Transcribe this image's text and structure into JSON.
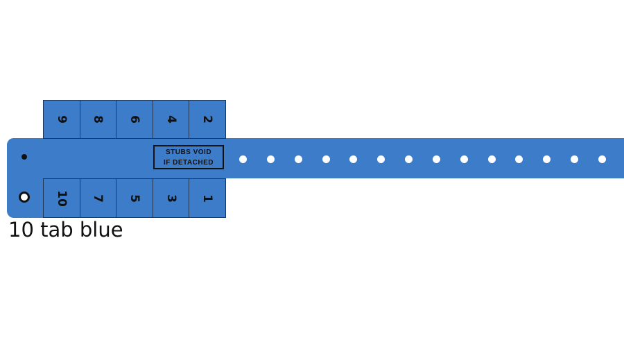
{
  "colors": {
    "band": "#3d7cc9",
    "outline": "#1d3557",
    "ink": "#111111"
  },
  "wristband": {
    "top_tabs": [
      "9",
      "8",
      "6",
      "4",
      "2"
    ],
    "bottom_tabs": [
      "10",
      "7",
      "5",
      "3",
      "1"
    ],
    "void_notice": {
      "line1": "STUBS VOID",
      "line2": "IF DETACHED"
    },
    "hole_count": 14
  },
  "caption": "10 tab blue"
}
